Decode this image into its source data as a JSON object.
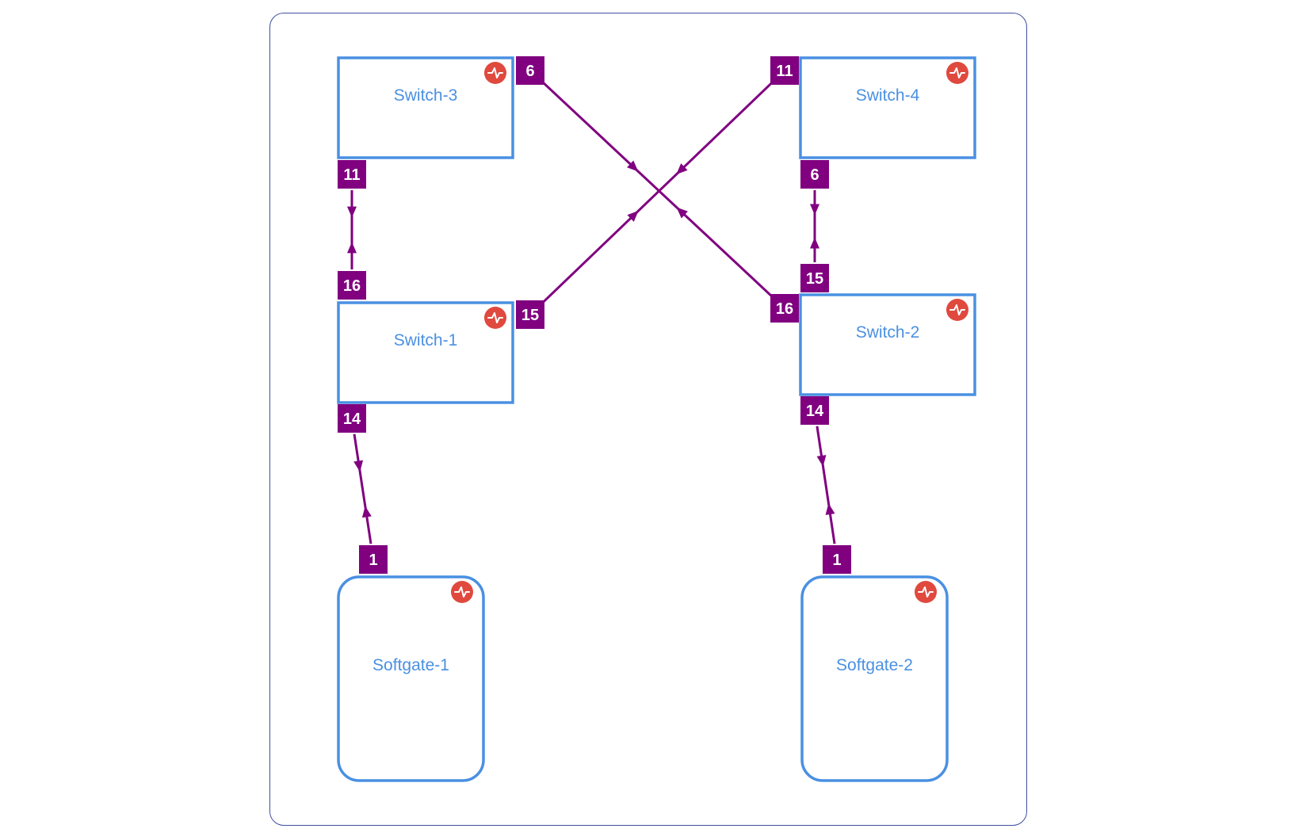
{
  "colors": {
    "node_border": "#4a90e2",
    "node_text": "#4a90e2",
    "link": "#800080",
    "port_fill": "#800080",
    "port_text": "#ffffff",
    "status_icon": "#e0493e",
    "frame_border": "#3f4fa0"
  },
  "nodes": [
    {
      "id": "switch-3",
      "label": "Switch-3",
      "kind": "switch",
      "icon": "pulse-icon"
    },
    {
      "id": "switch-4",
      "label": "Switch-4",
      "kind": "switch",
      "icon": "pulse-icon"
    },
    {
      "id": "switch-1",
      "label": "Switch-1",
      "kind": "switch",
      "icon": "pulse-icon"
    },
    {
      "id": "switch-2",
      "label": "Switch-2",
      "kind": "switch",
      "icon": "pulse-icon"
    },
    {
      "id": "softgate-1",
      "label": "Softgate-1",
      "kind": "softgate",
      "icon": "pulse-icon"
    },
    {
      "id": "softgate-2",
      "label": "Softgate-2",
      "kind": "softgate",
      "icon": "pulse-icon"
    }
  ],
  "ports": [
    {
      "id": "s3-6",
      "node": "switch-3",
      "label": "6"
    },
    {
      "id": "s3-11",
      "node": "switch-3",
      "label": "11"
    },
    {
      "id": "s4-11",
      "node": "switch-4",
      "label": "11"
    },
    {
      "id": "s4-6",
      "node": "switch-4",
      "label": "6"
    },
    {
      "id": "s1-16",
      "node": "switch-1",
      "label": "16"
    },
    {
      "id": "s1-15",
      "node": "switch-1",
      "label": "15"
    },
    {
      "id": "s1-14",
      "node": "switch-1",
      "label": "14"
    },
    {
      "id": "s2-15",
      "node": "switch-2",
      "label": "15"
    },
    {
      "id": "s2-16",
      "node": "switch-2",
      "label": "16"
    },
    {
      "id": "s2-14",
      "node": "switch-2",
      "label": "14"
    },
    {
      "id": "sg1-1",
      "node": "softgate-1",
      "label": "1"
    },
    {
      "id": "sg2-1",
      "node": "softgate-2",
      "label": "1"
    }
  ],
  "links": [
    {
      "from": "s3-11",
      "to": "s1-16"
    },
    {
      "from": "s4-6",
      "to": "s2-15"
    },
    {
      "from": "s3-6",
      "to": "s2-16"
    },
    {
      "from": "s4-11",
      "to": "s1-15"
    },
    {
      "from": "s1-14",
      "to": "sg1-1"
    },
    {
      "from": "s2-14",
      "to": "sg2-1"
    }
  ]
}
